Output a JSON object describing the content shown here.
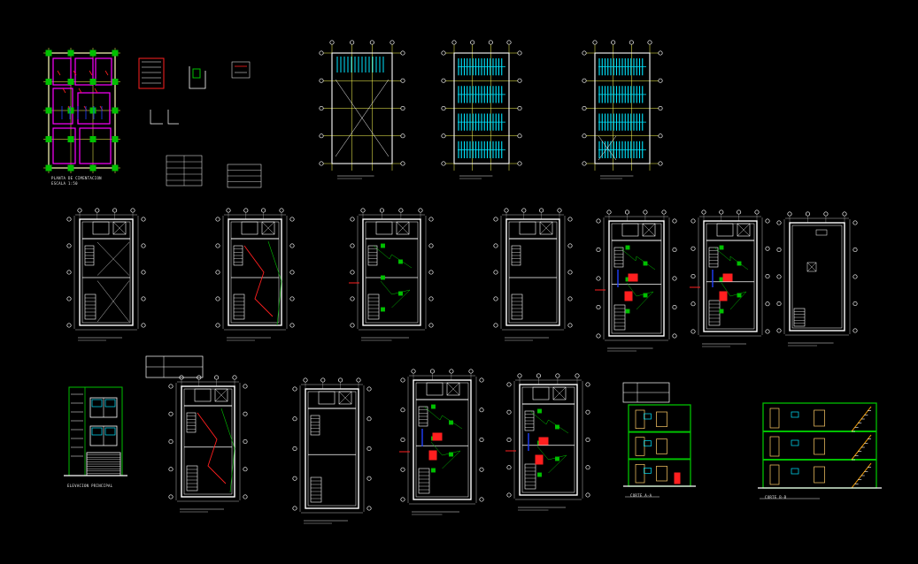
{
  "colors": {
    "background": "#000000",
    "wall": "#ffffff",
    "axis": "#ffff55",
    "dimension": "#e5e5e5",
    "electric": "#00c000",
    "wiring_red": "#ff1f1f",
    "wiring_blue": "#1f3fff",
    "framing_cyan": "#00e5ff",
    "framing_green": "#00a000",
    "magenta": "#ff00ff"
  },
  "labels": {
    "foundation_title": "PLANTA DE CIMENTACION",
    "foundation_scale": "ESCALA 1:50",
    "elevation_title": "ELEVACION PRINCIPAL",
    "section_aa": "CORTE A-A",
    "section_bb": "CORTE B-B"
  }
}
